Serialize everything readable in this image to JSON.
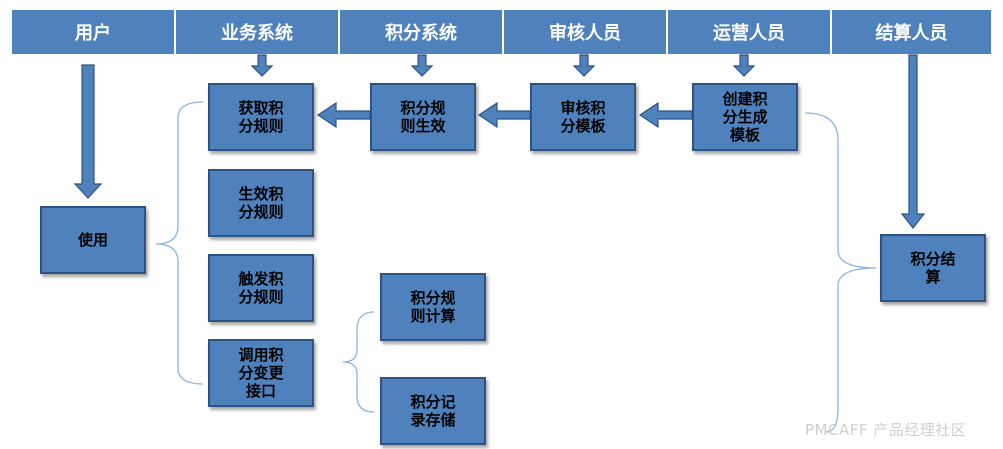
{
  "headers": [
    "用户",
    "业务系统",
    "积分系统",
    "审核人员",
    "运营人员",
    "结算人员"
  ],
  "boxes": {
    "use": "使用",
    "get_rules": "获取积分规则",
    "effective_rules": "生效积分规则",
    "trigger_rules": "触发积分规则",
    "call_api": "调用积分变更接口",
    "rules_effect": "积分规则生效",
    "review_template": "审核积分模板",
    "create_template": "创建积分生成模板",
    "rule_calc": "积分规则计算",
    "record_store": "积分记录存储",
    "settlement": "积分结算"
  },
  "watermark": "PMCAFF 产品经理社区",
  "colors": {
    "fill": "#4f81bd",
    "border": "#2c5384",
    "header_text": "#ffffff",
    "bracket": "#8eb4e3"
  }
}
